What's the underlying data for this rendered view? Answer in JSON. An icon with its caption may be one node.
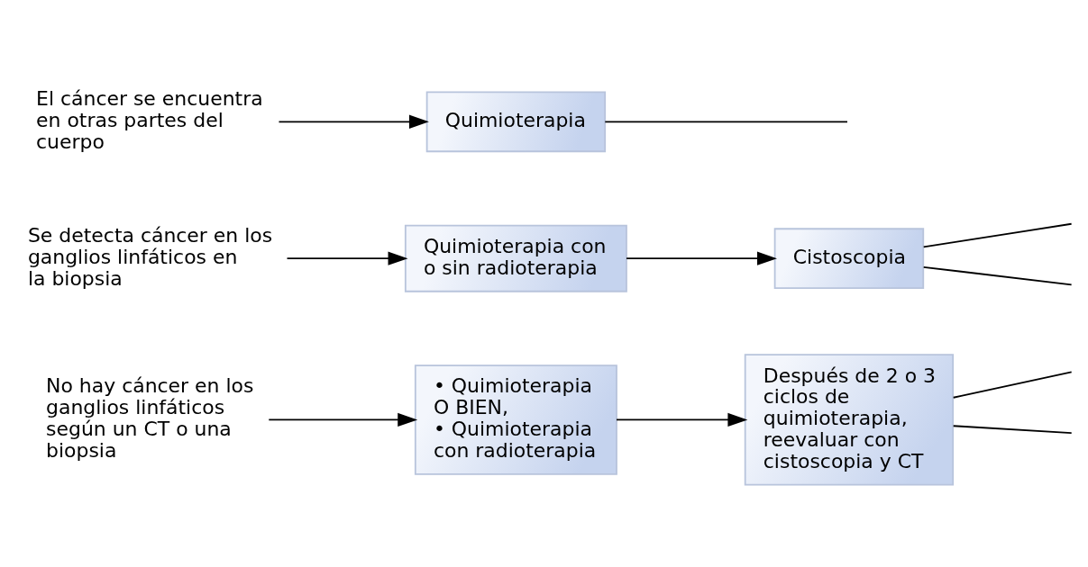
{
  "diagram": {
    "nodes": [
      {
        "text": [
          "No hay cáncer en los ganglios linfáticos según un CT o una biopsia"
        ]
      },
      {
        "text": [
          "• Quimioterapia",
          "O BIEN,",
          "• Quimioterapia con radioterapia"
        ]
      },
      {
        "text": [
          "Después de 2 o 3 ciclos de quimioterapia, reevaluar con cistoscopia y CT"
        ]
      },
      {
        "text": [
          "Se detecta cáncer en los ganglios linfáticos en la biopsia"
        ]
      },
      {
        "text": [
          "Quimioterapia con o sin radioterapia"
        ]
      },
      {
        "text": [
          "Cistoscopia"
        ]
      },
      {
        "text": [
          "El cáncer se encuentra en otras partes del cuerpo"
        ]
      },
      {
        "text": [
          "Quimioterapia"
        ]
      }
    ],
    "edges": [
      {
        "from": 0,
        "to": 1,
        "arrow": "to"
      },
      {
        "from": 1,
        "to": 2,
        "arrow": "to"
      },
      {
        "from": 2,
        "to": null,
        "arrow": "none"
      },
      {
        "from": 2,
        "to": null,
        "arrow": "none"
      },
      {
        "from": 3,
        "to": 4,
        "arrow": "to"
      },
      {
        "from": 4,
        "to": 5,
        "arrow": "to"
      },
      {
        "from": 5,
        "to": null,
        "arrow": "none"
      },
      {
        "from": 5,
        "to": null,
        "arrow": "none"
      },
      {
        "from": 6,
        "to": 7,
        "arrow": "to"
      },
      {
        "from": 7,
        "to": null,
        "arrow": "none"
      }
    ]
  }
}
